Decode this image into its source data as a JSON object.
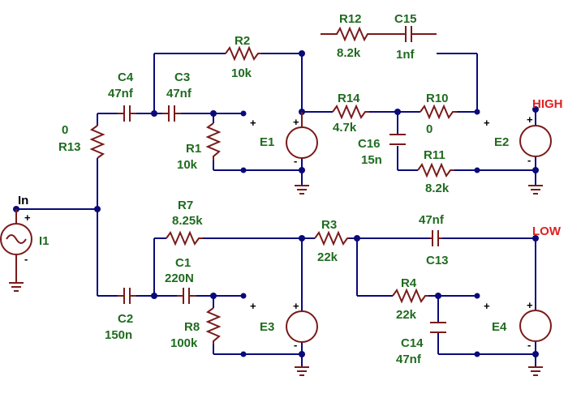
{
  "input_label": "In",
  "outputs": {
    "high": "HIGH",
    "low": "LOW"
  },
  "signs": {
    "plus": "+",
    "minus": "-"
  },
  "components": {
    "I1": {
      "name": "I1"
    },
    "R13": {
      "name": "R13",
      "value": "0"
    },
    "C4": {
      "name": "C4",
      "value": "47nf"
    },
    "C3": {
      "name": "C3",
      "value": "47nf"
    },
    "R2": {
      "name": "R2",
      "value": "10k"
    },
    "R1": {
      "name": "R1",
      "value": "10k"
    },
    "E1": {
      "name": "E1"
    },
    "R12": {
      "name": "R12",
      "value": "8.2k"
    },
    "C15": {
      "name": "C15",
      "value": "1nf"
    },
    "R14": {
      "name": "R14",
      "value": "4.7k"
    },
    "R10": {
      "name": "R10",
      "value": "0"
    },
    "C16": {
      "name": "C16",
      "value": "15n"
    },
    "R11": {
      "name": "R11",
      "value": "8.2k"
    },
    "E2": {
      "name": "E2"
    },
    "R7": {
      "name": "R7",
      "value": "8.25k"
    },
    "C1": {
      "name": "C1",
      "value": "220N"
    },
    "C2": {
      "name": "C2",
      "value": "150n"
    },
    "R8": {
      "name": "R8",
      "value": "100k"
    },
    "E3": {
      "name": "E3"
    },
    "R3": {
      "name": "R3",
      "value": "22k"
    },
    "C13": {
      "name": "C13",
      "value": "47nf"
    },
    "R4": {
      "name": "R4",
      "value": "22k"
    },
    "C14": {
      "name": "C14",
      "value": "47nf"
    },
    "E4": {
      "name": "E4"
    }
  }
}
